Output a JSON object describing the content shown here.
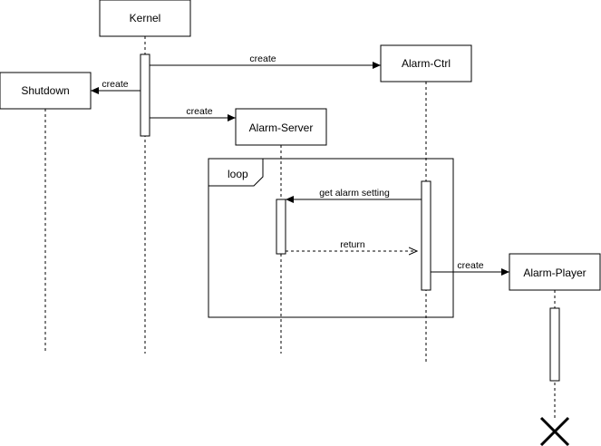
{
  "participants": {
    "kernel": "Kernel",
    "alarm_ctrl": "Alarm-Ctrl",
    "shutdown": "Shutdown",
    "alarm_server": "Alarm-Server",
    "alarm_player": "Alarm-Player"
  },
  "fragment": {
    "operator": "loop"
  },
  "messages": {
    "create_alarm_ctrl": "create",
    "create_shutdown": "create",
    "create_alarm_server": "create",
    "get_alarm_setting": "get alarm setting",
    "return": "return",
    "create_alarm_player": "create"
  },
  "colors": {
    "stroke": "#000000",
    "background": "#ffffff"
  },
  "icons": {
    "destruction": "destroy-x-icon"
  }
}
